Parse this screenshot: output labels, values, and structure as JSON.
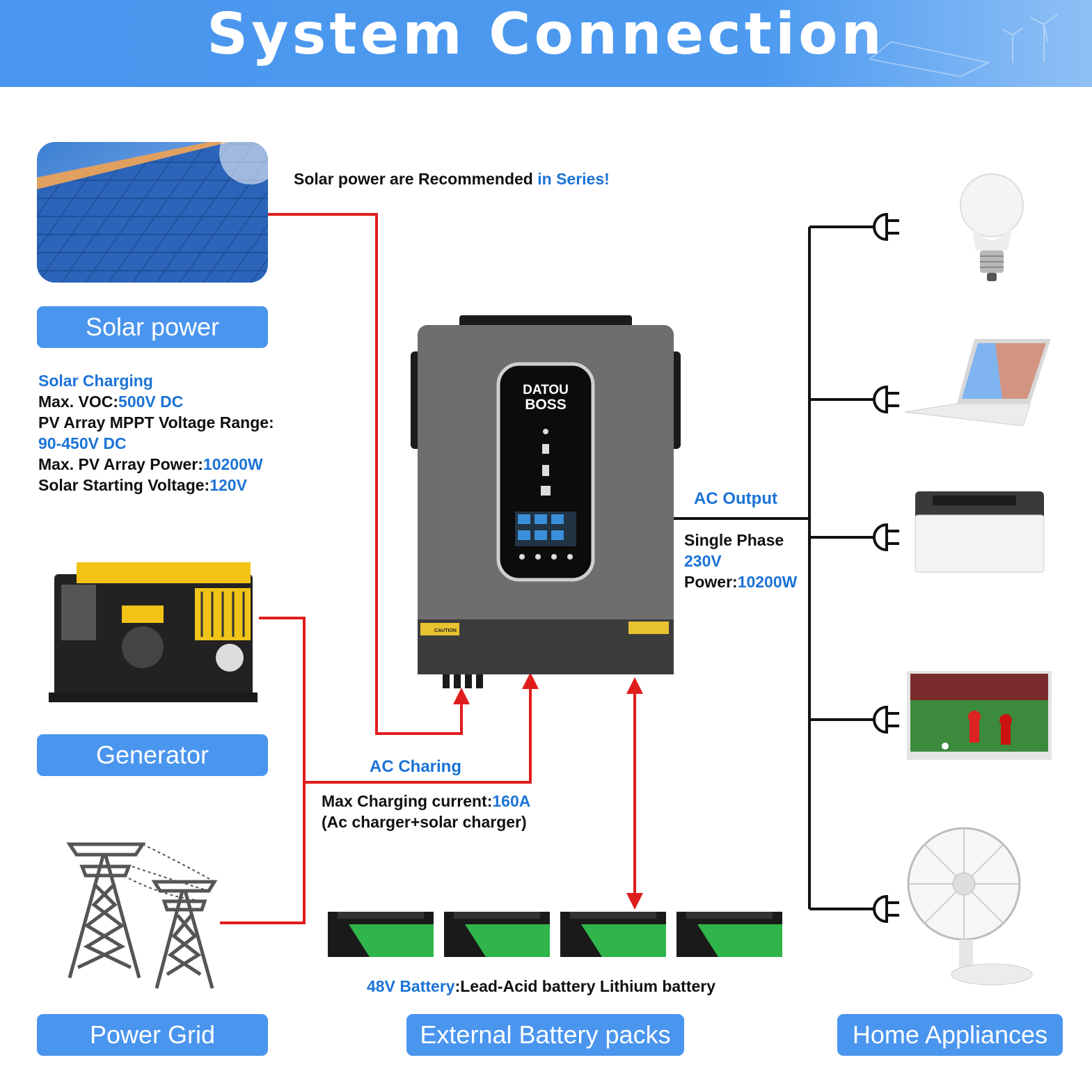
{
  "title": "System Connection",
  "solar": {
    "button": "Solar power",
    "note_prefix": "Solar power are Recommended ",
    "note_highlight": "in Series!",
    "heading": "Solar Charging",
    "voc_label": "Max. VOC:",
    "voc_value": "500V DC",
    "mppt_label": "PV Array MPPT Voltage Range:",
    "mppt_value": "90-450V DC",
    "pv_power_label": "Max. PV Array Power:",
    "pv_power_value": "10200W",
    "start_label": "Solar Starting Voltage:",
    "start_value": "120V"
  },
  "generator": {
    "button": "Generator"
  },
  "grid": {
    "button": "Power Grid"
  },
  "ac_charging": {
    "heading": "AC Charing",
    "current_label": "Max Charging current:",
    "current_value": "160A",
    "note": "(Ac charger+solar charger)"
  },
  "ac_output": {
    "heading": "AC Output",
    "phase": "Single Phase",
    "voltage": "230V",
    "power_label": "Power:",
    "power_value": "10200W"
  },
  "battery": {
    "label_highlight": "48V Battery",
    "label_rest": ":Lead-Acid battery Lithium battery",
    "button": "External Battery packs"
  },
  "appliances": {
    "button": "Home Appliances"
  },
  "inverter": {
    "brand_line1": "DATOU",
    "brand_line2": "BOSS",
    "caution": "CAUTION"
  },
  "colors": {
    "accent": "#4a95ee",
    "highlight_text": "#1b73d6",
    "wire": "#e01d1d",
    "output_wire": "#111111"
  }
}
